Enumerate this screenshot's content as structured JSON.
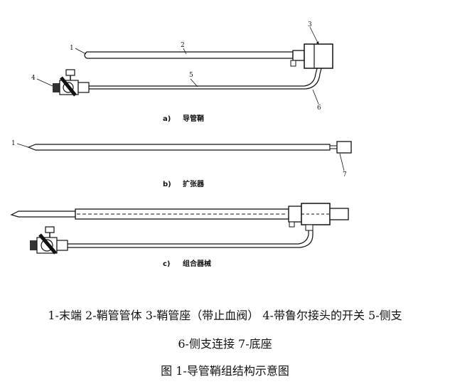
{
  "part_numbers": {
    "tip": "1",
    "sheath_body": "2",
    "hub": "3",
    "luer_switch": "4",
    "side_tube": "5",
    "side_connector": "6",
    "base": "7"
  },
  "subfigures": {
    "a": {
      "letter": "a)",
      "title": "导管鞘"
    },
    "b": {
      "letter": "b)",
      "title": "扩张器"
    },
    "c": {
      "letter": "c)",
      "title": "组合器械"
    }
  },
  "legend": {
    "line1": "1-末端  2-鞘管管体  3-鞘管座（带止血阀）  4-带鲁尔接头的开关  5-侧支",
    "line2": "6-侧支连接  7-底座"
  },
  "caption": "图 1-导管鞘组结构示意图"
}
